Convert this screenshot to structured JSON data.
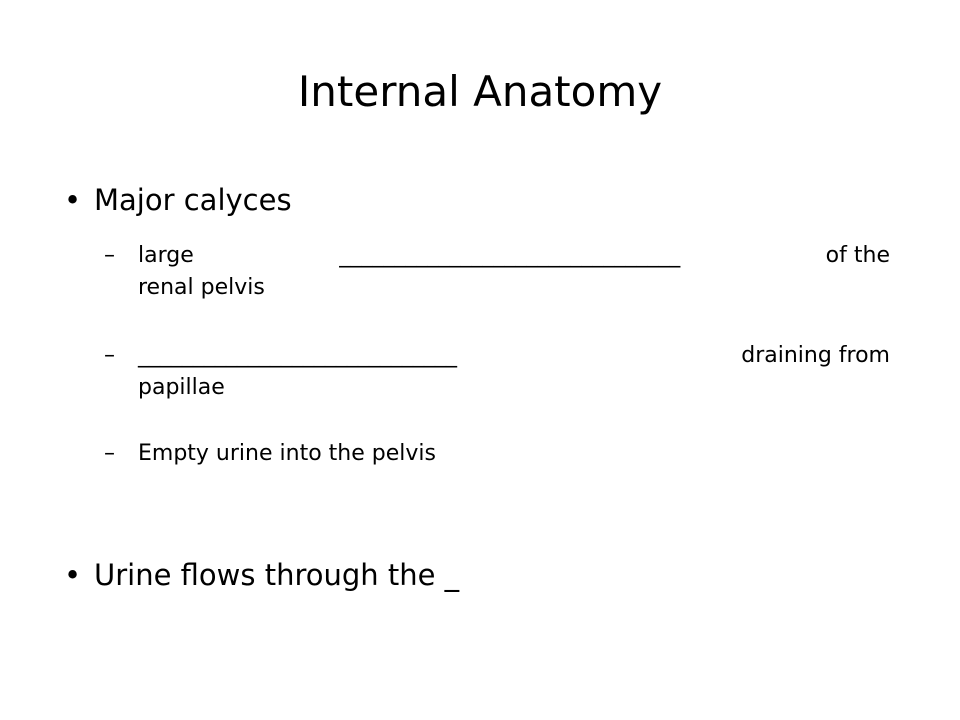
{
  "slide": {
    "title": "Internal Anatomy",
    "bullets": [
      {
        "symbol": "•",
        "text": "Major calyces",
        "subs": [
          {
            "symbol": "–",
            "parts": [
              "large",
              "_______________________________",
              "of the"
            ],
            "cont": "renal pelvis"
          },
          {
            "symbol": "–",
            "parts": [
              "_____________________________",
              "draining from"
            ],
            "cont": "papillae"
          },
          {
            "symbol": "–",
            "text": "Empty urine into the pelvis"
          }
        ]
      },
      {
        "symbol": "•",
        "text": "Urine flows through the _"
      }
    ]
  }
}
